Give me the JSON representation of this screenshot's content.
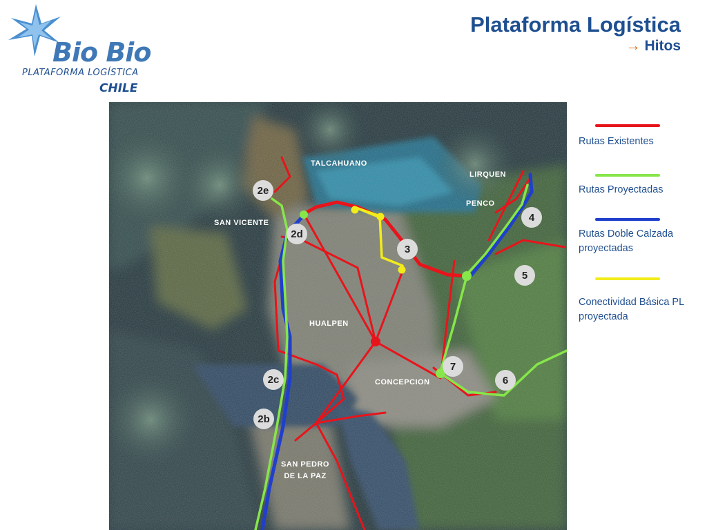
{
  "logo": {
    "name": "Bio Bio",
    "subtitle": "PLATAFORMA LOGÍSTICA",
    "country": "CHILE"
  },
  "header": {
    "title": "Plataforma Logística",
    "arrow": "→",
    "subtitle": "Hitos"
  },
  "map": {
    "places": [
      "TALCAHUANO",
      "LIRQUEN",
      "PENCO",
      "SAN VICENTE",
      "HUALPEN",
      "CONCEPCION",
      "SAN PEDRO",
      "DE LA PAZ"
    ],
    "milestones": [
      "2e",
      "2d",
      "3",
      "4",
      "5",
      "2c",
      "7",
      "6",
      "2b"
    ]
  },
  "legend": [
    {
      "label": "Rutas Existentes",
      "color": "#e8141b"
    },
    {
      "label": "Rutas Proyectadas",
      "color": "#86e64a"
    },
    {
      "label": "Rutas Doble Calzada",
      "label2": "proyectadas",
      "color": "#1f3fcc"
    },
    {
      "label": "Conectividad Básica PL",
      "label2": "proyectada",
      "color": "#f2ec1a"
    }
  ]
}
